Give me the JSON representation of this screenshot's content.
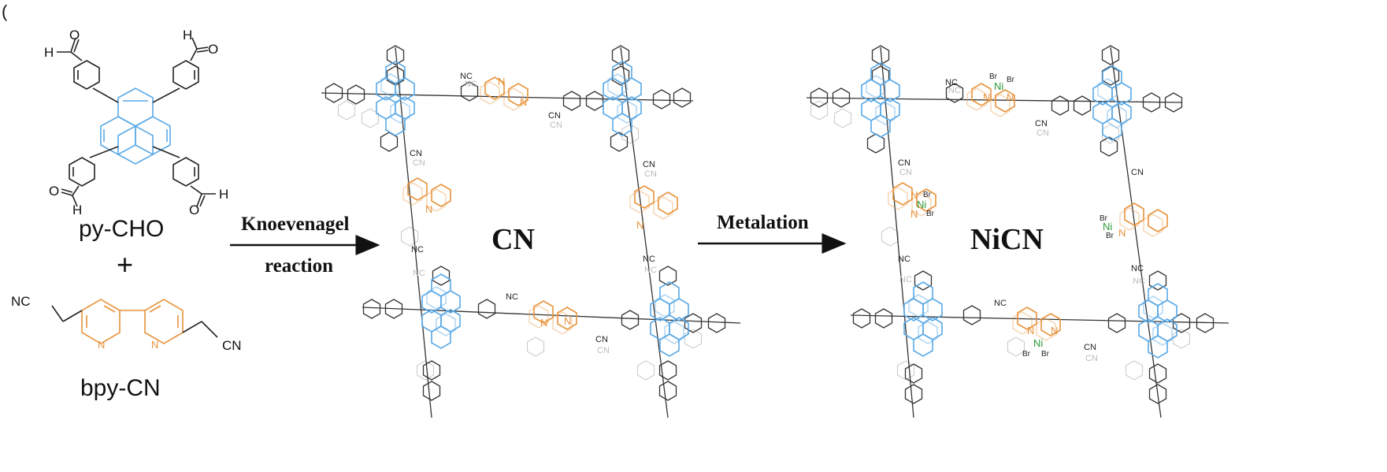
{
  "panel_marker": "(",
  "monomers": {
    "py_cho": {
      "label": "py-CHO",
      "aldehyde_o": "O",
      "aldehyde_h": "H"
    },
    "plus": "+",
    "bpy_cn": {
      "label": "bpy-CN",
      "nitrile": "NC",
      "nitrile_right": "CN",
      "ring_n": "N"
    }
  },
  "arrows": {
    "step1": {
      "line1": "Knoevenagel",
      "line2": "reaction"
    },
    "step2": {
      "line1": "Metalation"
    }
  },
  "products": {
    "cn": {
      "label": "CN"
    },
    "nicn": {
      "label": "NiCN"
    }
  },
  "framework_atoms": {
    "cyano": "CN",
    "cyano_rev": "NC",
    "pyridine_n": "N",
    "nickel": "Ni",
    "bromine": "Br"
  },
  "colors": {
    "pyrene": "#5aa9e6",
    "bipyridine": "#e8933b",
    "nickel": "#2e9a3a",
    "bond": "#222222",
    "faint_layer": "#c8c8c8"
  }
}
